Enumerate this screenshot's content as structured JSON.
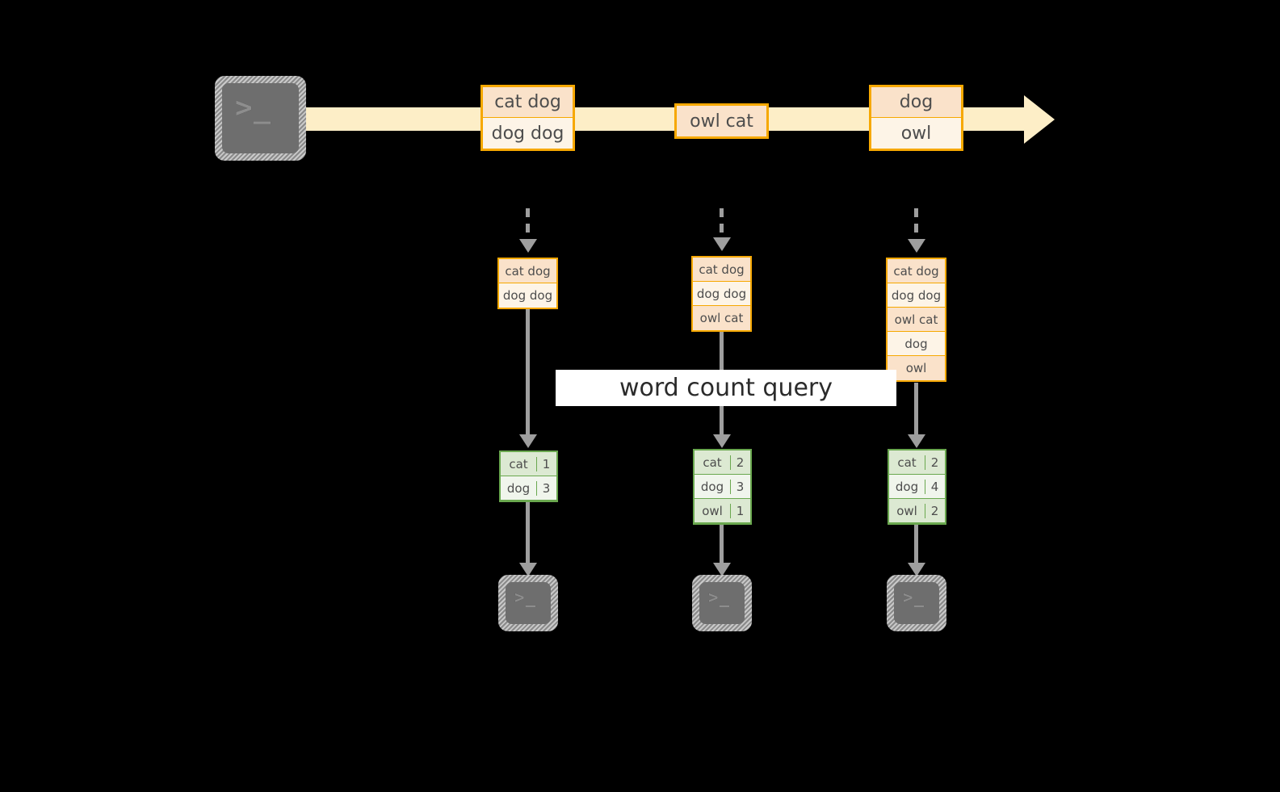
{
  "diagram": {
    "title_label": "word count query",
    "colors": {
      "background": "#000000",
      "stream_band": "#fdeec7",
      "batch_border": "#f6a800",
      "batch_shade_a": "#fae2ca",
      "batch_shade_b": "#fdf4e7",
      "result_border": "#6aa84f",
      "result_shade_a": "#dce9d2",
      "result_shade_b": "#f0f5ec",
      "connector": "#9e9e9e",
      "terminal_fill": "#6e6e6e",
      "label_fill": "#ffffff"
    },
    "source_terminal": {
      "prompt": ">_"
    },
    "stream_batches": [
      {
        "name": "batch-1",
        "lines": [
          "cat dog",
          "dog dog"
        ]
      },
      {
        "name": "batch-2",
        "lines": [
          "owl cat"
        ]
      },
      {
        "name": "batch-3",
        "lines": [
          "dog",
          "owl"
        ]
      }
    ],
    "snapshots": [
      {
        "name": "snapshot-t1",
        "lines": [
          "cat dog",
          "dog dog"
        ]
      },
      {
        "name": "snapshot-t2",
        "lines": [
          "cat dog",
          "dog dog",
          "owl cat"
        ]
      },
      {
        "name": "snapshot-t3",
        "lines": [
          "cat dog",
          "dog dog",
          "owl cat",
          "dog",
          "owl"
        ]
      }
    ],
    "results": [
      {
        "name": "result-t1",
        "rows": [
          {
            "word": "cat",
            "count": "1"
          },
          {
            "word": "dog",
            "count": "3"
          }
        ]
      },
      {
        "name": "result-t2",
        "rows": [
          {
            "word": "cat",
            "count": "2"
          },
          {
            "word": "dog",
            "count": "3"
          },
          {
            "word": "owl",
            "count": "1"
          }
        ]
      },
      {
        "name": "result-t3",
        "rows": [
          {
            "word": "cat",
            "count": "2"
          },
          {
            "word": "dog",
            "count": "4"
          },
          {
            "word": "owl",
            "count": "2"
          }
        ]
      }
    ],
    "sink_terminals": [
      {
        "name": "sink-t1",
        "prompt": ">_"
      },
      {
        "name": "sink-t2",
        "prompt": ">_"
      },
      {
        "name": "sink-t3",
        "prompt": ">_"
      }
    ]
  }
}
